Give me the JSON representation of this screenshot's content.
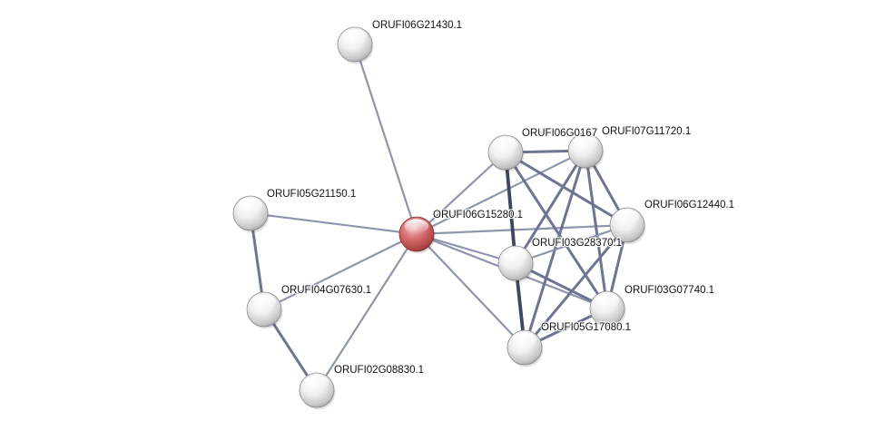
{
  "network": {
    "query_node": "ORUFI06G15280.1",
    "colors": {
      "query_node": "#c85a5a",
      "neighbor_node": "#e6e6e6",
      "edge_weak": "#8a90a8",
      "edge_medium": "#6d7590",
      "edge_strong": "#3f4763"
    },
    "nodes": [
      {
        "id": "n_06g15280",
        "label": "ORUFI06G15280.1",
        "query": true
      },
      {
        "id": "n_06g21430",
        "label": "ORUFI06G21430.1",
        "query": false
      },
      {
        "id": "n_05g21150",
        "label": "ORUFI05G21150.1",
        "query": false
      },
      {
        "id": "n_04g07630",
        "label": "ORUFI04G07630.1",
        "query": false
      },
      {
        "id": "n_02g08830",
        "label": "ORUFI02G08830.1",
        "query": false
      },
      {
        "id": "n_06g0167",
        "label": "ORUFI06G0167",
        "query": false
      },
      {
        "id": "n_07g11720",
        "label": "ORUFI07G11720.1",
        "query": false
      },
      {
        "id": "n_06g12440",
        "label": "ORUFI06G12440.1",
        "query": false
      },
      {
        "id": "n_03g28370",
        "label": "ORUFI03G28370.1",
        "query": false
      },
      {
        "id": "n_03g07740",
        "label": "ORUFI03G07740.1",
        "query": false
      },
      {
        "id": "n_05g17",
        "label": "ORUFI05G17080.1",
        "query": false
      }
    ],
    "edges": [
      {
        "source": "n_06g15280",
        "target": "n_06g21430",
        "strength": "weak"
      },
      {
        "source": "n_06g15280",
        "target": "n_05g21150",
        "strength": "weak"
      },
      {
        "source": "n_06g15280",
        "target": "n_04g07630",
        "strength": "weak"
      },
      {
        "source": "n_06g15280",
        "target": "n_02g08830",
        "strength": "weak"
      },
      {
        "source": "n_06g15280",
        "target": "n_06g0167",
        "strength": "weak"
      },
      {
        "source": "n_06g15280",
        "target": "n_07g11720",
        "strength": "weak"
      },
      {
        "source": "n_06g15280",
        "target": "n_06g12440",
        "strength": "weak"
      },
      {
        "source": "n_06g15280",
        "target": "n_03g28370",
        "strength": "weak"
      },
      {
        "source": "n_06g15280",
        "target": "n_03g07740",
        "strength": "weak"
      },
      {
        "source": "n_06g15280",
        "target": "n_05g17",
        "strength": "weak"
      },
      {
        "source": "n_05g21150",
        "target": "n_04g07630",
        "strength": "medium"
      },
      {
        "source": "n_04g07630",
        "target": "n_02g08830",
        "strength": "medium"
      },
      {
        "source": "n_06g0167",
        "target": "n_07g11720",
        "strength": "medium"
      },
      {
        "source": "n_06g0167",
        "target": "n_06g12440",
        "strength": "medium"
      },
      {
        "source": "n_06g0167",
        "target": "n_03g28370",
        "strength": "strong"
      },
      {
        "source": "n_06g0167",
        "target": "n_03g07740",
        "strength": "medium"
      },
      {
        "source": "n_07g11720",
        "target": "n_06g12440",
        "strength": "medium"
      },
      {
        "source": "n_07g11720",
        "target": "n_03g28370",
        "strength": "medium"
      },
      {
        "source": "n_07g11720",
        "target": "n_03g07740",
        "strength": "medium"
      },
      {
        "source": "n_07g11720",
        "target": "n_05g17",
        "strength": "medium"
      },
      {
        "source": "n_06g12440",
        "target": "n_03g28370",
        "strength": "weak"
      },
      {
        "source": "n_06g12440",
        "target": "n_03g07740",
        "strength": "medium"
      },
      {
        "source": "n_06g12440",
        "target": "n_05g17",
        "strength": "medium"
      },
      {
        "source": "n_03g28370",
        "target": "n_03g07740",
        "strength": "medium"
      },
      {
        "source": "n_03g28370",
        "target": "n_05g17",
        "strength": "strong"
      },
      {
        "source": "n_03g07740",
        "target": "n_05g17",
        "strength": "medium"
      }
    ]
  }
}
